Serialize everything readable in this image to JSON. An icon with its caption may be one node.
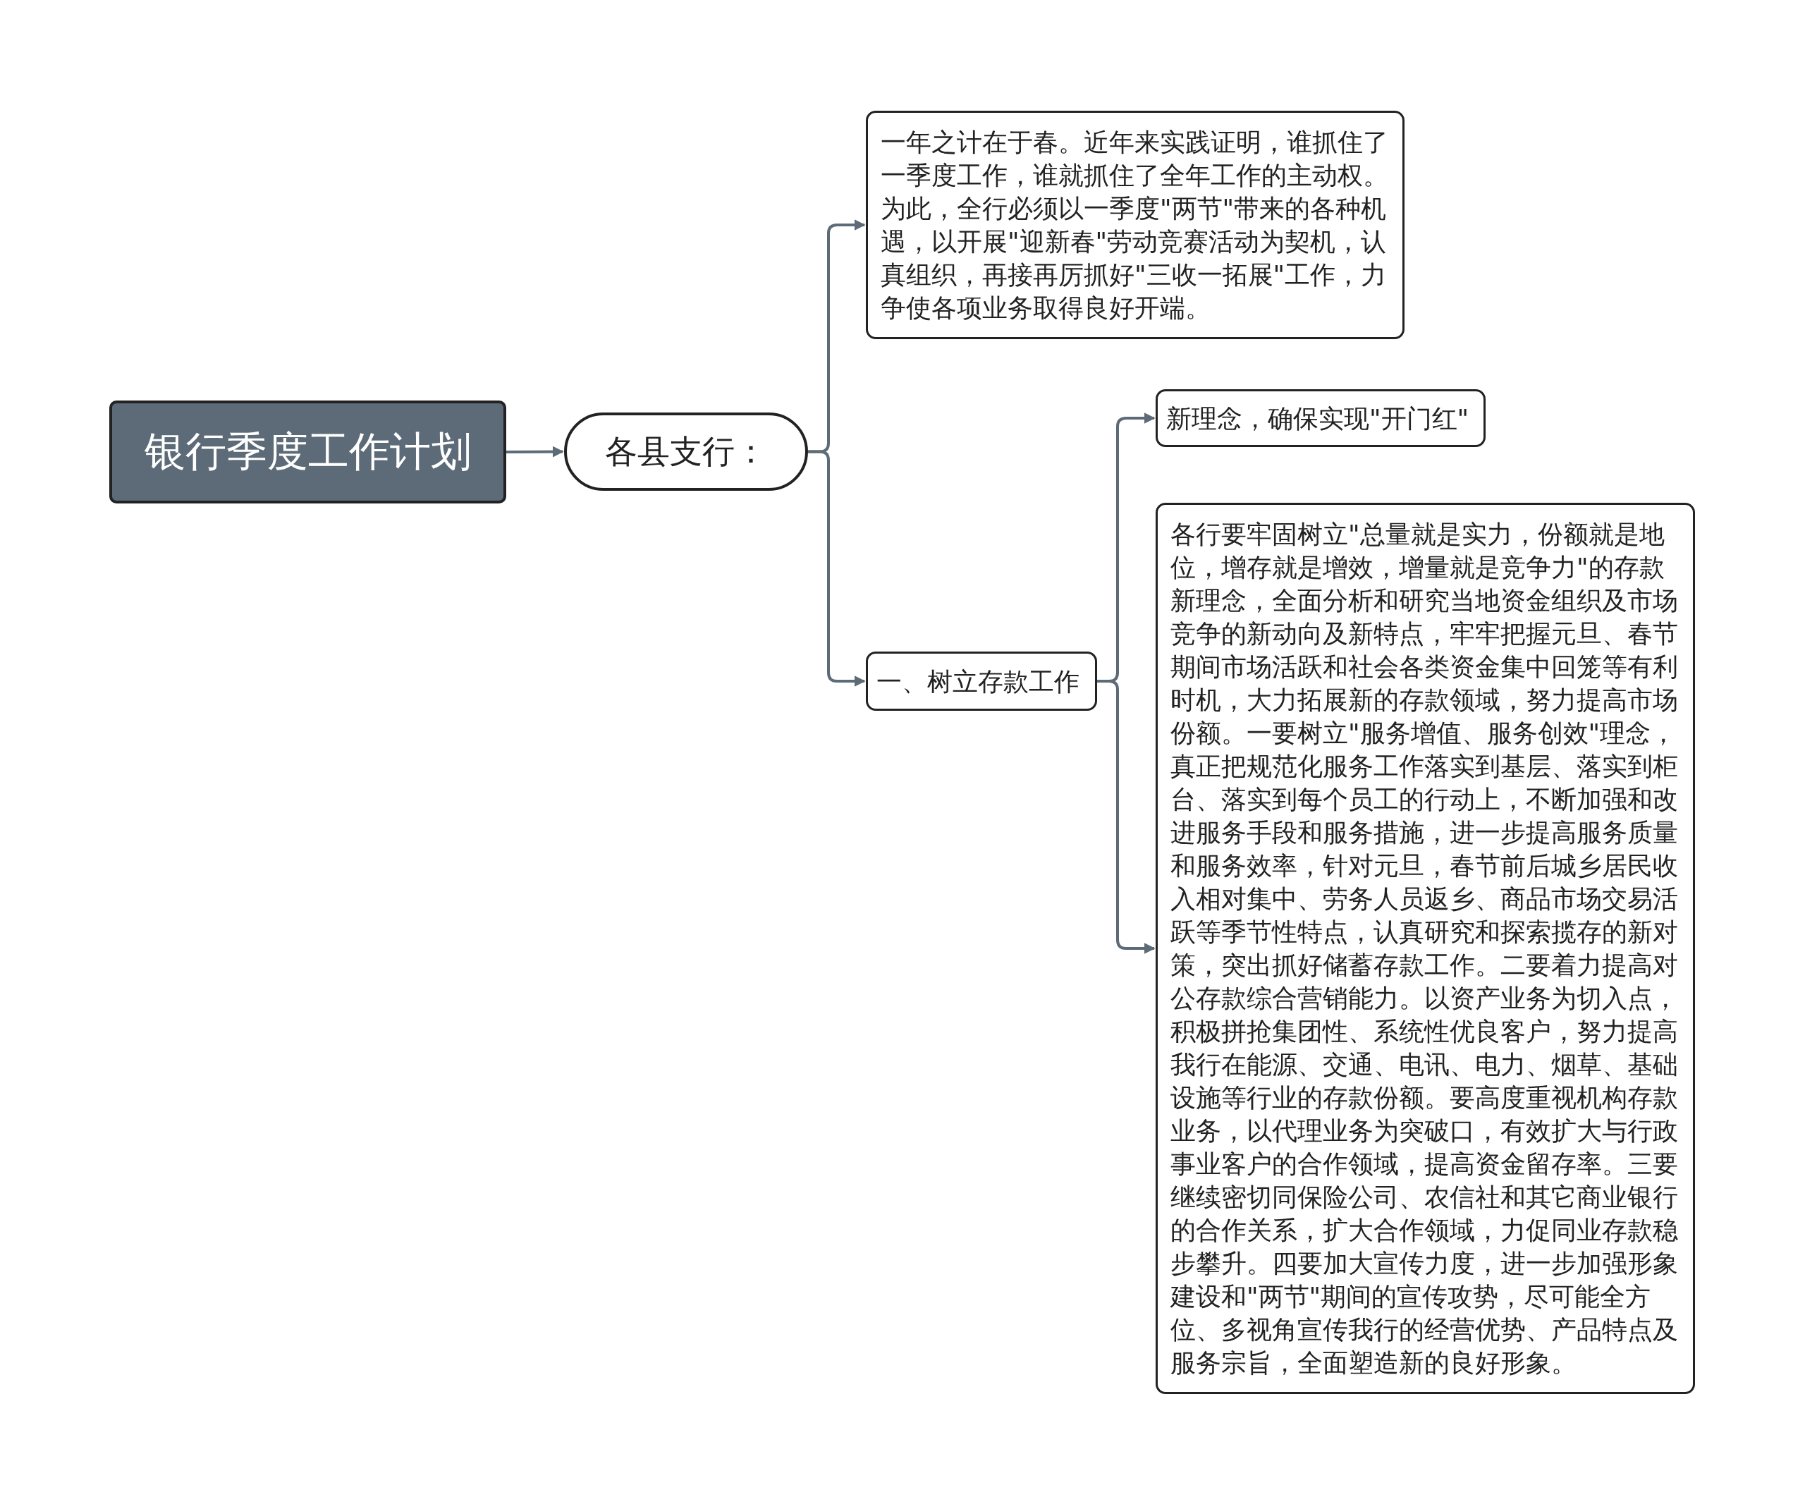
{
  "diagram": {
    "nodes": [
      {
        "text": [
          "银行季度工作计划"
        ]
      },
      {
        "text": [
          "各县支行："
        ]
      },
      {
        "text": [
          "一年之计在于春。近年来实践证明，谁抓住了一季度工作，谁就抓住了全年工作的主动权。为此，全行必须以一季度\"两节\"带来的各种机遇，以开展\"迎新春\"劳动竞赛活动为契机，认真组织，再接再厉抓好\"三收一拓展\"工作，力争使各项业务取得良好开端。"
        ]
      },
      {
        "text": [
          "一、树立存款工作"
        ]
      },
      {
        "text": [
          "新理念，确保实现\"开门红\""
        ]
      },
      {
        "text": [
          "各行要牢固树立\"总量就是实力，份额就是地位，增存就是增效，增量就是竞争力\"的存款新理念，全面分析和研究当地资金组织及市场竞争的新动向及新特点，牢牢把握元旦、春节期间市场活跃和社会各类资金集中回笼等有利时机，大力拓展新的存款领域，努力提高市场份额。一要树立\"服务增值、服务创效\"理念，真正把规范化服务工作落实到基层、落实到柜台、落实到每个员工的行动上，不断加强和改进服务手段和服务措施，进一步提高服务质量和服务效率，针对元旦，春节前后城乡居民收入相对集中、劳务人员返乡、商品市场交易活跃等季节性特点，认真研究和探索揽存的新对策，突出抓好储蓄存款工作。二要着力提高对公存款综合营销能力。以资产业务为切入点，积极拼抢集团性、系统性优良客户，努力提高我行在能源、交通、电讯、电力、烟草、基础设施等行业的存款份额。要高度重视机构存款业务，以代理业务为突破口，有效扩大与行政事业客户的合作领域，提高资金留存率。三要继续密切同保险公司、农信社和其它商业银行的合作关系，扩大合作领域，力促同业存款稳步攀升。四要加大宣传力度，进一步加强形象建设和\"两节\"期间的宣传攻势，尽可能全方位、多视角宣传我行的经营优势、产品特点及服务宗旨，全面塑造新的良好形象。"
        ]
      }
    ],
    "edges": [
      {
        "from": 0,
        "to": 1,
        "arrow": "to"
      },
      {
        "from": 1,
        "to": 2,
        "arrow": "to"
      },
      {
        "from": 1,
        "to": 3,
        "arrow": "to"
      },
      {
        "from": 3,
        "to": 4,
        "arrow": "to"
      },
      {
        "from": 3,
        "to": 5,
        "arrow": "to"
      }
    ]
  }
}
